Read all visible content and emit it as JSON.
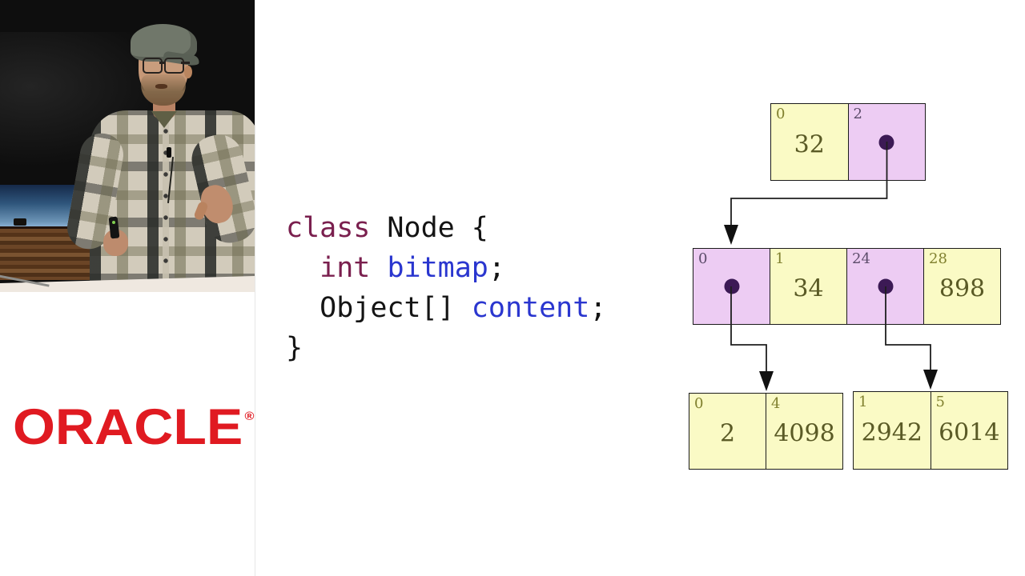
{
  "logo": {
    "text": "ORACLE",
    "registered": "®",
    "color": "#e01a21"
  },
  "code": {
    "keyword_color": "#7a1f4e",
    "identifier_color": "#2a36cf",
    "plain_color": "#141414",
    "lines": [
      {
        "tokens": [
          {
            "text": "class",
            "type": "keyword"
          },
          {
            "text": " Node {",
            "type": "plain"
          }
        ]
      },
      {
        "tokens": [
          {
            "text": "  ",
            "type": "plain"
          },
          {
            "text": "int",
            "type": "keyword"
          },
          {
            "text": " ",
            "type": "plain"
          },
          {
            "text": "bitmap",
            "type": "identifier"
          },
          {
            "text": ";",
            "type": "plain"
          }
        ]
      },
      {
        "tokens": [
          {
            "text": "  Object[] ",
            "type": "plain"
          },
          {
            "text": "content",
            "type": "identifier"
          },
          {
            "text": ";",
            "type": "plain"
          }
        ]
      },
      {
        "tokens": [
          {
            "text": "}",
            "type": "plain"
          }
        ]
      }
    ]
  },
  "diagram": {
    "colors": {
      "value_cell": "#fafac5",
      "pointer_cell": "#edccf3",
      "border": "#1b1b1b",
      "pointer_dot": "#3c1a55",
      "value_index": "#80802f",
      "pointer_index": "#5c4c6a",
      "value_text": "#5a5a26",
      "arrow": "#1e1e1e"
    },
    "nodes": [
      {
        "id": "root",
        "cells": [
          {
            "index": "0",
            "value": "32"
          },
          {
            "index": "2",
            "pointer": true
          }
        ]
      },
      {
        "id": "internal",
        "cells": [
          {
            "index": "0",
            "pointer": true
          },
          {
            "index": "1",
            "value": "34"
          },
          {
            "index": "24",
            "pointer": true
          },
          {
            "index": "28",
            "value": "898"
          }
        ]
      },
      {
        "id": "leaf-left",
        "cells": [
          {
            "index": "0",
            "value": "2"
          },
          {
            "index": "4",
            "value": "4098"
          }
        ]
      },
      {
        "id": "leaf-right",
        "cells": [
          {
            "index": "1",
            "value": "2942"
          },
          {
            "index": "5",
            "value": "6014"
          }
        ]
      }
    ],
    "links": [
      {
        "from": "root.cell-2",
        "to": "internal"
      },
      {
        "from": "internal.cell-0",
        "to": "leaf-left"
      },
      {
        "from": "internal.cell-24",
        "to": "leaf-right"
      }
    ]
  },
  "scene": {
    "backdrop": "#0e0e0e",
    "screen_blue_top": "#152949",
    "screen_blue_bottom": "#87add0",
    "wood": "#5e3c20",
    "podium": "#efe8e0",
    "cap": "#70776a",
    "skin": "#c69877",
    "beard": "#8b7254",
    "shirt_base": "#d2cbbb",
    "shirt_dark": "#2a2c29",
    "shirt_olive": "#6d6a4f"
  }
}
